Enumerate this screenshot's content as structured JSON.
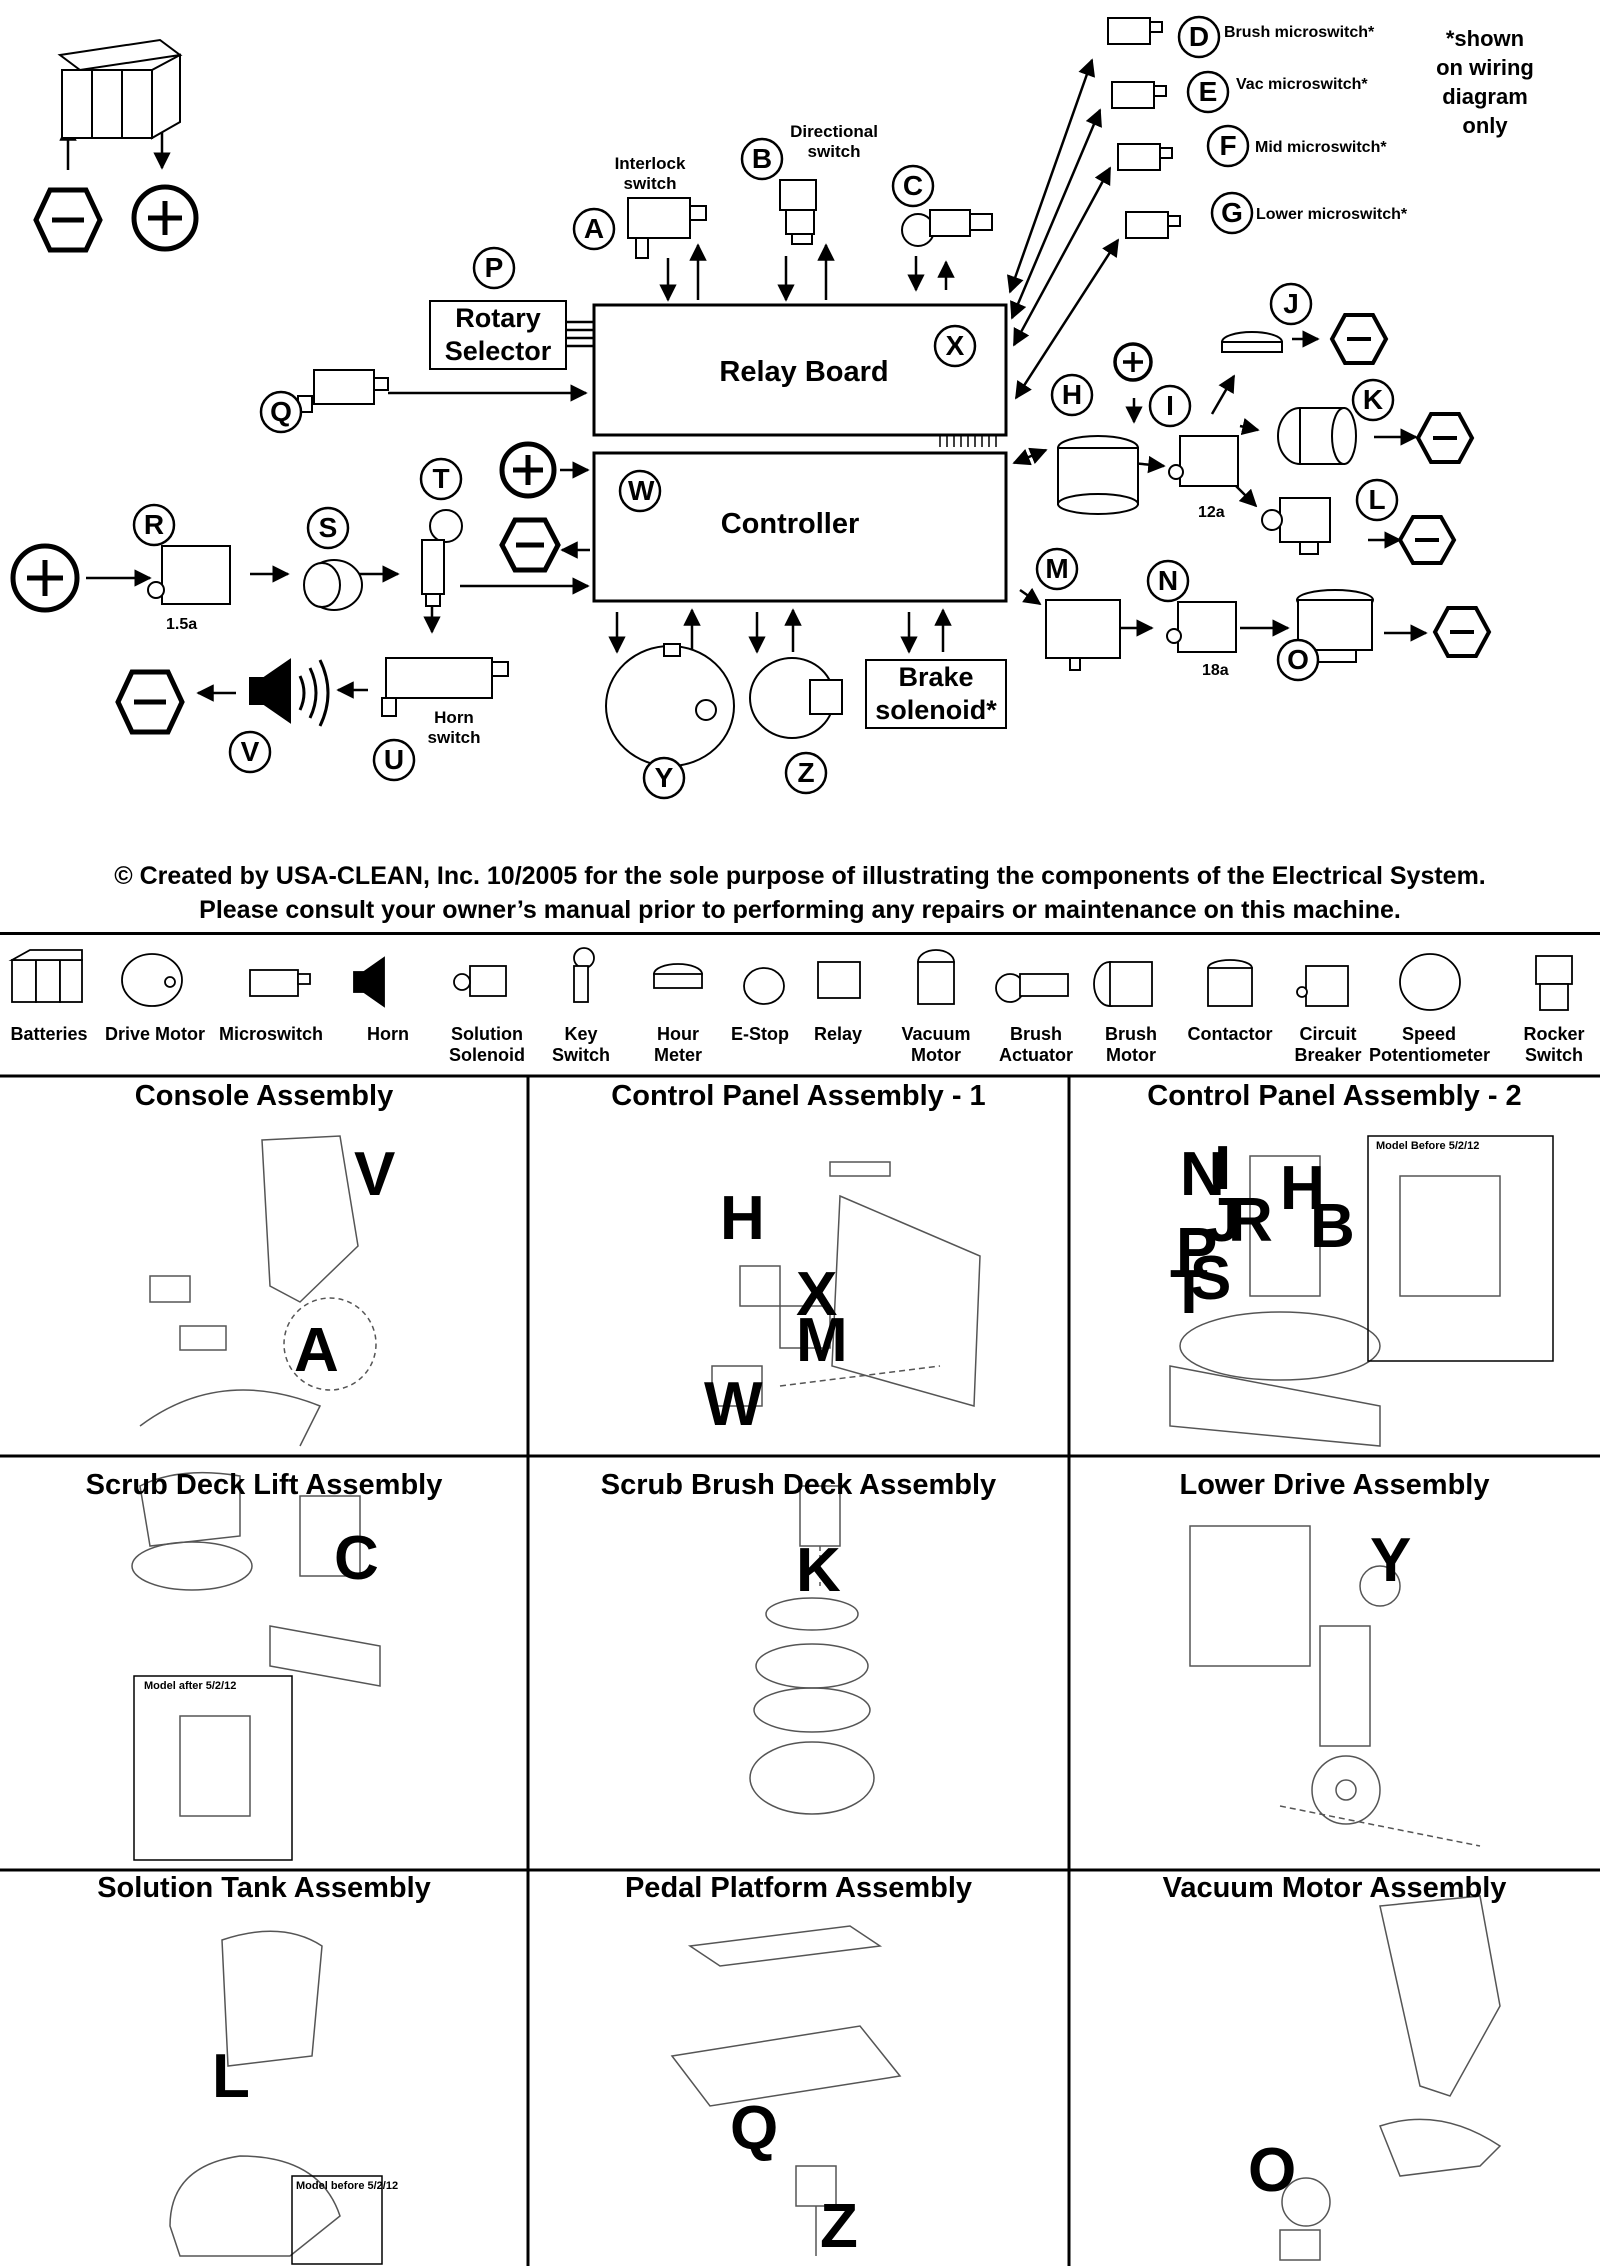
{
  "diagram": {
    "rotary_selector": "Rotary\nSelector",
    "relay_board": "Relay Board",
    "controller": "Controller",
    "brake_solenoid": "Brake\nsolenoid*",
    "interlock_switch": "Interlock\nswitch",
    "directional_switch": "Directional\nswitch",
    "horn_switch": "Horn\nswitch",
    "shown_note": "*shown\non wiring\ndiagram\nonly",
    "brush_microswitch": "Brush microswitch*",
    "vac_microswitch": "Vac microswitch*",
    "mid_microswitch": "Mid microswitch*",
    "lower_microswitch": "Lower microswitch*",
    "rating_r": "1.5a",
    "rating_i": "12a",
    "rating_n": "18a",
    "letters": {
      "A": "A",
      "B": "B",
      "C": "C",
      "D": "D",
      "E": "E",
      "F": "F",
      "G": "G",
      "H": "H",
      "I": "I",
      "J": "J",
      "K": "K",
      "L": "L",
      "M": "M",
      "N": "N",
      "O": "O",
      "P": "P",
      "Q": "Q",
      "R": "R",
      "S": "S",
      "T": "T",
      "U": "U",
      "V": "V",
      "W": "W",
      "X": "X",
      "Y": "Y",
      "Z": "Z"
    }
  },
  "copyright": {
    "line1": "© Created by USA-CLEAN, Inc. 10/2005 for the sole purpose of illustrating the components of the Electrical System.",
    "line2": "Please consult your owner’s manual prior to performing any repairs or maintenance on this machine."
  },
  "legend": [
    "Batteries",
    "Drive Motor",
    "Microswitch",
    "Horn",
    "Solution\nSolenoid",
    "Key\nSwitch",
    "Hour\nMeter",
    "E-Stop",
    "Relay",
    "Vacuum\nMotor",
    "Brush\nActuator",
    "Brush\nMotor",
    "Contactor",
    "Circuit\nBreaker",
    "Speed\nPotentiometer",
    "Rocker\nSwitch"
  ],
  "panels": [
    {
      "title": "Console Assembly",
      "letters": [
        "V",
        "A"
      ]
    },
    {
      "title": "Control Panel Assembly - 1",
      "letters": [
        "H",
        "X",
        "M",
        "W"
      ]
    },
    {
      "title": "Control Panel Assembly - 2",
      "letters": [
        "N",
        "I",
        "J",
        "R",
        "H",
        "B",
        "P",
        "S",
        "T"
      ],
      "inset": "Model Before 5/2/12"
    },
    {
      "title": "Scrub Deck Lift Assembly",
      "letters": [
        "C"
      ],
      "inset": "Model after 5/2/12"
    },
    {
      "title": "Scrub Brush Deck Assembly",
      "letters": [
        "K"
      ]
    },
    {
      "title": "Lower Drive Assembly",
      "letters": [
        "Y"
      ]
    },
    {
      "title": "Solution Tank Assembly",
      "letters": [
        "L"
      ],
      "inset": "Model before 5/2/12"
    },
    {
      "title": "Pedal Platform Assembly",
      "letters": [
        "Q",
        "Z"
      ]
    },
    {
      "title": "Vacuum Motor Assembly",
      "letters": [
        "O"
      ]
    }
  ],
  "colors": {
    "ink": "#000000",
    "background": "#ffffff",
    "drawing": "#555555"
  }
}
